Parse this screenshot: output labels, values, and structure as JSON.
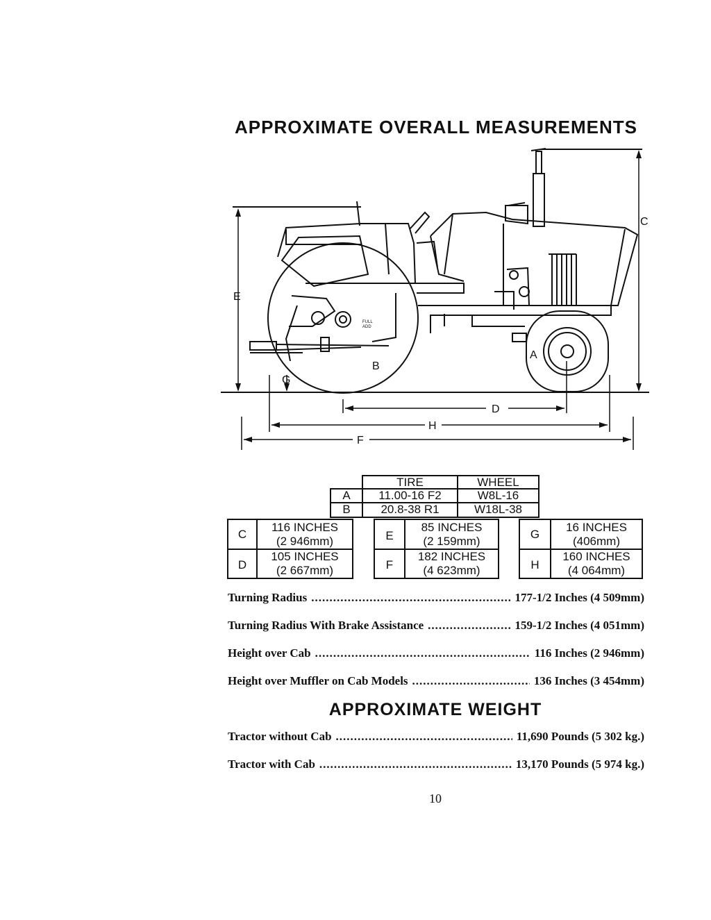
{
  "page_title": "APPROXIMATE OVERALL MEASUREMENTS",
  "diagram_labels": {
    "a": "A",
    "b": "B",
    "c": "C",
    "d": "D",
    "e": "E",
    "f": "F",
    "g": "G",
    "h": "H",
    "gauge_full": "FULL",
    "gauge_add": "ADD"
  },
  "tire_table": {
    "headers": [
      "TIRE",
      "WHEEL"
    ],
    "rows": [
      {
        "key": "A",
        "tire": "11.00-16 F2",
        "wheel": "W8L-16"
      },
      {
        "key": "B",
        "tire": "20.8-38 R1",
        "wheel": "W18L-38"
      }
    ]
  },
  "dimension_tables": [
    {
      "rows": [
        {
          "key": "C",
          "line1": "116 INCHES",
          "line2": "(2 946mm)"
        },
        {
          "key": "D",
          "line1": "105 INCHES",
          "line2": "(2 667mm)"
        }
      ]
    },
    {
      "rows": [
        {
          "key": "E",
          "line1": "85 INCHES",
          "line2": "(2 159mm)"
        },
        {
          "key": "F",
          "line1": "182 INCHES",
          "line2": "(4 623mm)"
        }
      ]
    },
    {
      "rows": [
        {
          "key": "G",
          "line1": "16 INCHES",
          "line2": "(406mm)"
        },
        {
          "key": "H",
          "line1": "160 INCHES",
          "line2": "(4 064mm)"
        }
      ]
    }
  ],
  "specs": [
    {
      "label": "Turning Radius",
      "value": "177-1/2 Inches (4 509mm)"
    },
    {
      "label": "Turning Radius With Brake Assistance",
      "value": "159-1/2 Inches (4 051mm)"
    },
    {
      "label": "Height over Cab",
      "value": "116 Inches (2 946mm)"
    },
    {
      "label": "Height over Muffler on Cab Models",
      "value": "136 Inches (3 454mm)"
    }
  ],
  "weight_title": "APPROXIMATE WEIGHT",
  "weights": [
    {
      "label": "Tractor without Cab",
      "value": "11,690 Pounds (5 302 kg.)"
    },
    {
      "label": "Tractor with Cab",
      "value": "13,170 Pounds (5 974 kg.)"
    }
  ],
  "page_number": "10"
}
